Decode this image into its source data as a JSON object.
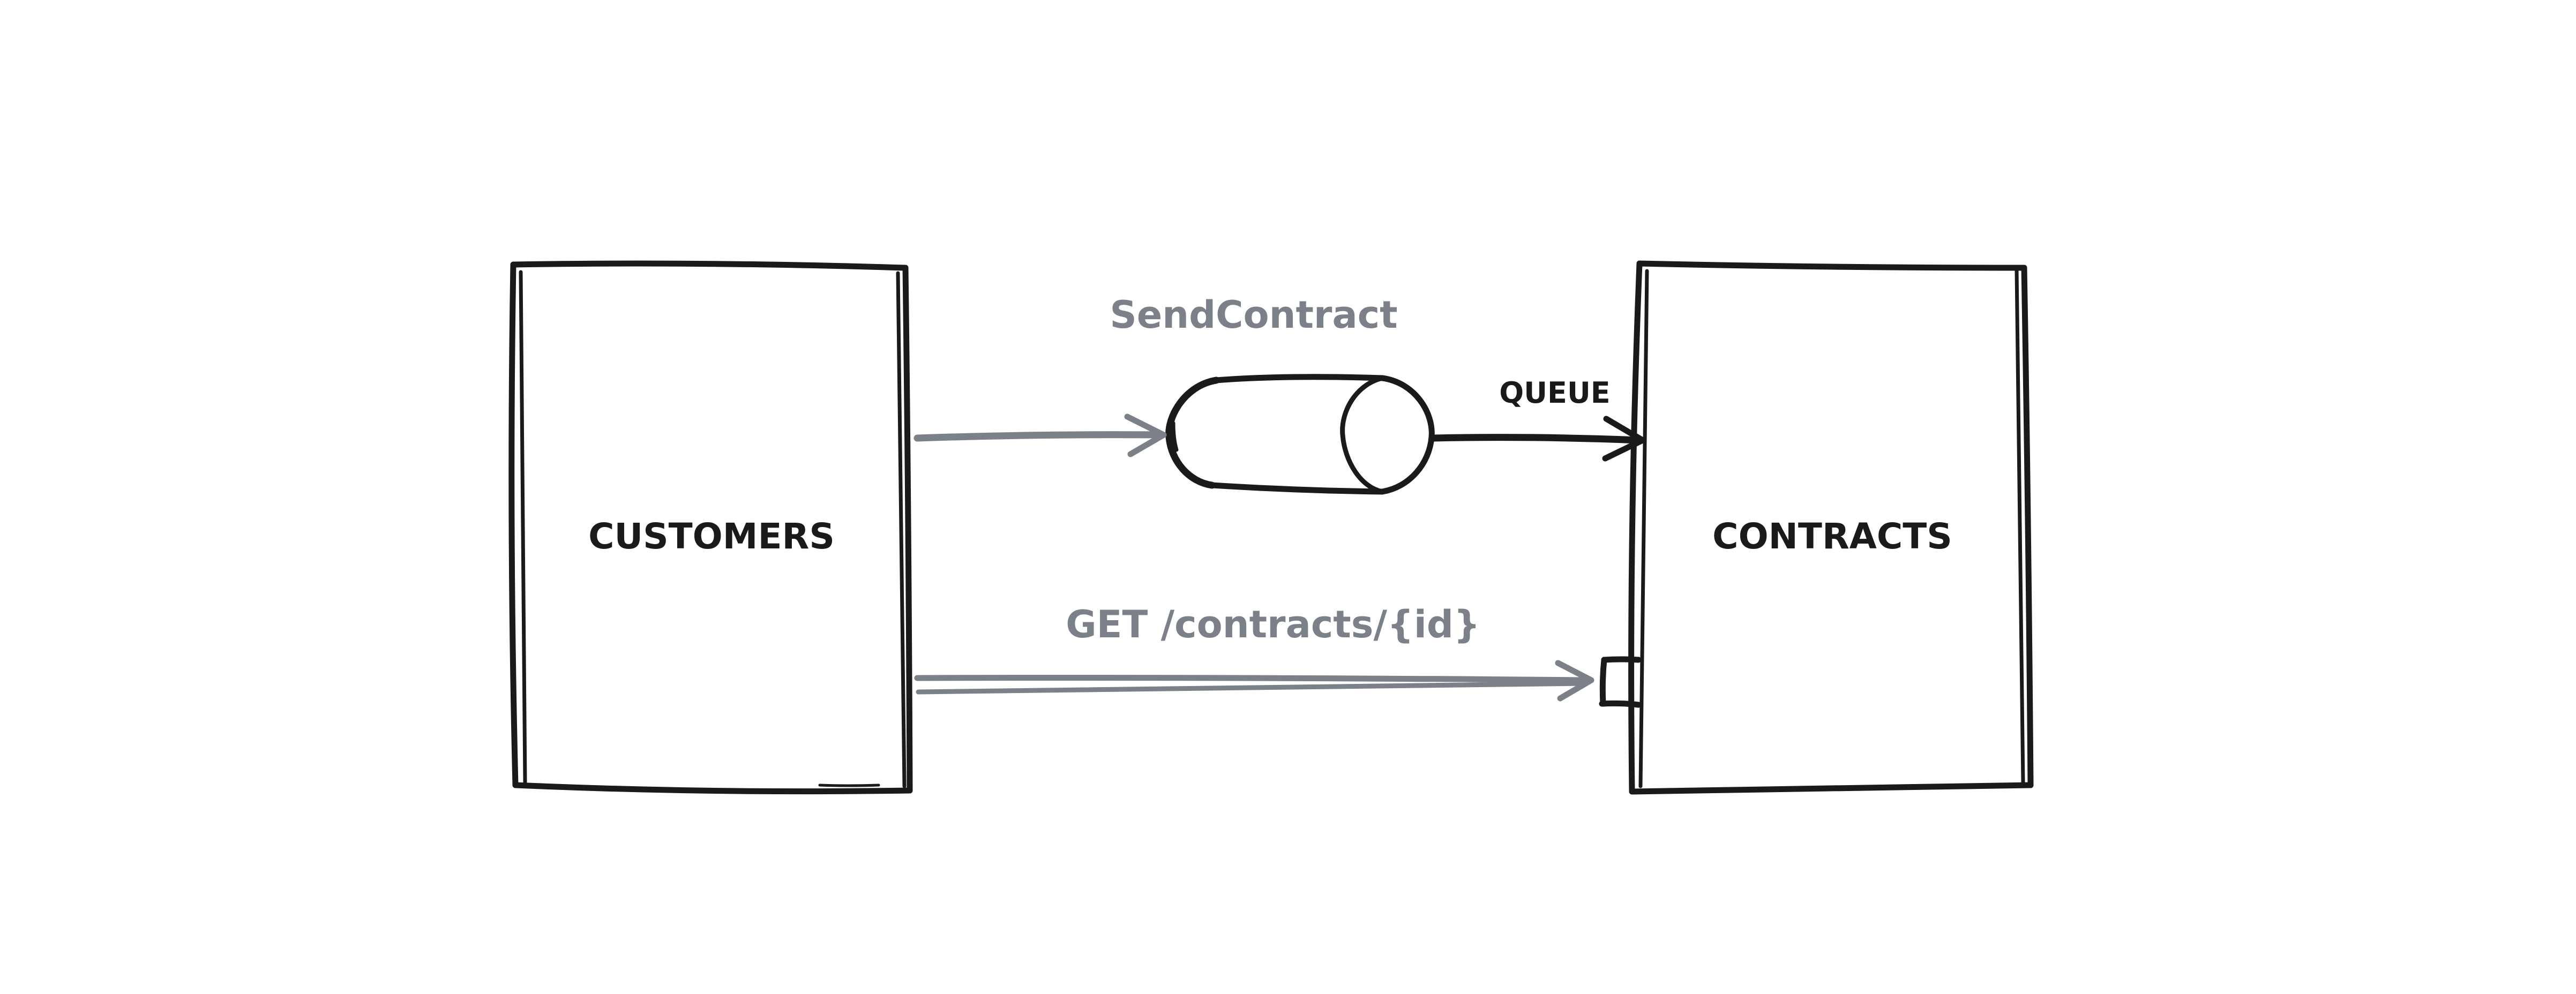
{
  "nodes": {
    "customers": {
      "label": "CUSTOMERS"
    },
    "contracts": {
      "label": "CONTRACTS"
    }
  },
  "queue": {
    "name": "SendContract",
    "type_label": "QUEUE"
  },
  "api_call": {
    "label": "GET /contracts/{id}"
  },
  "colors": {
    "ink": "#1a1a1a",
    "muted": "#7c8088",
    "background": "#ffffff"
  }
}
